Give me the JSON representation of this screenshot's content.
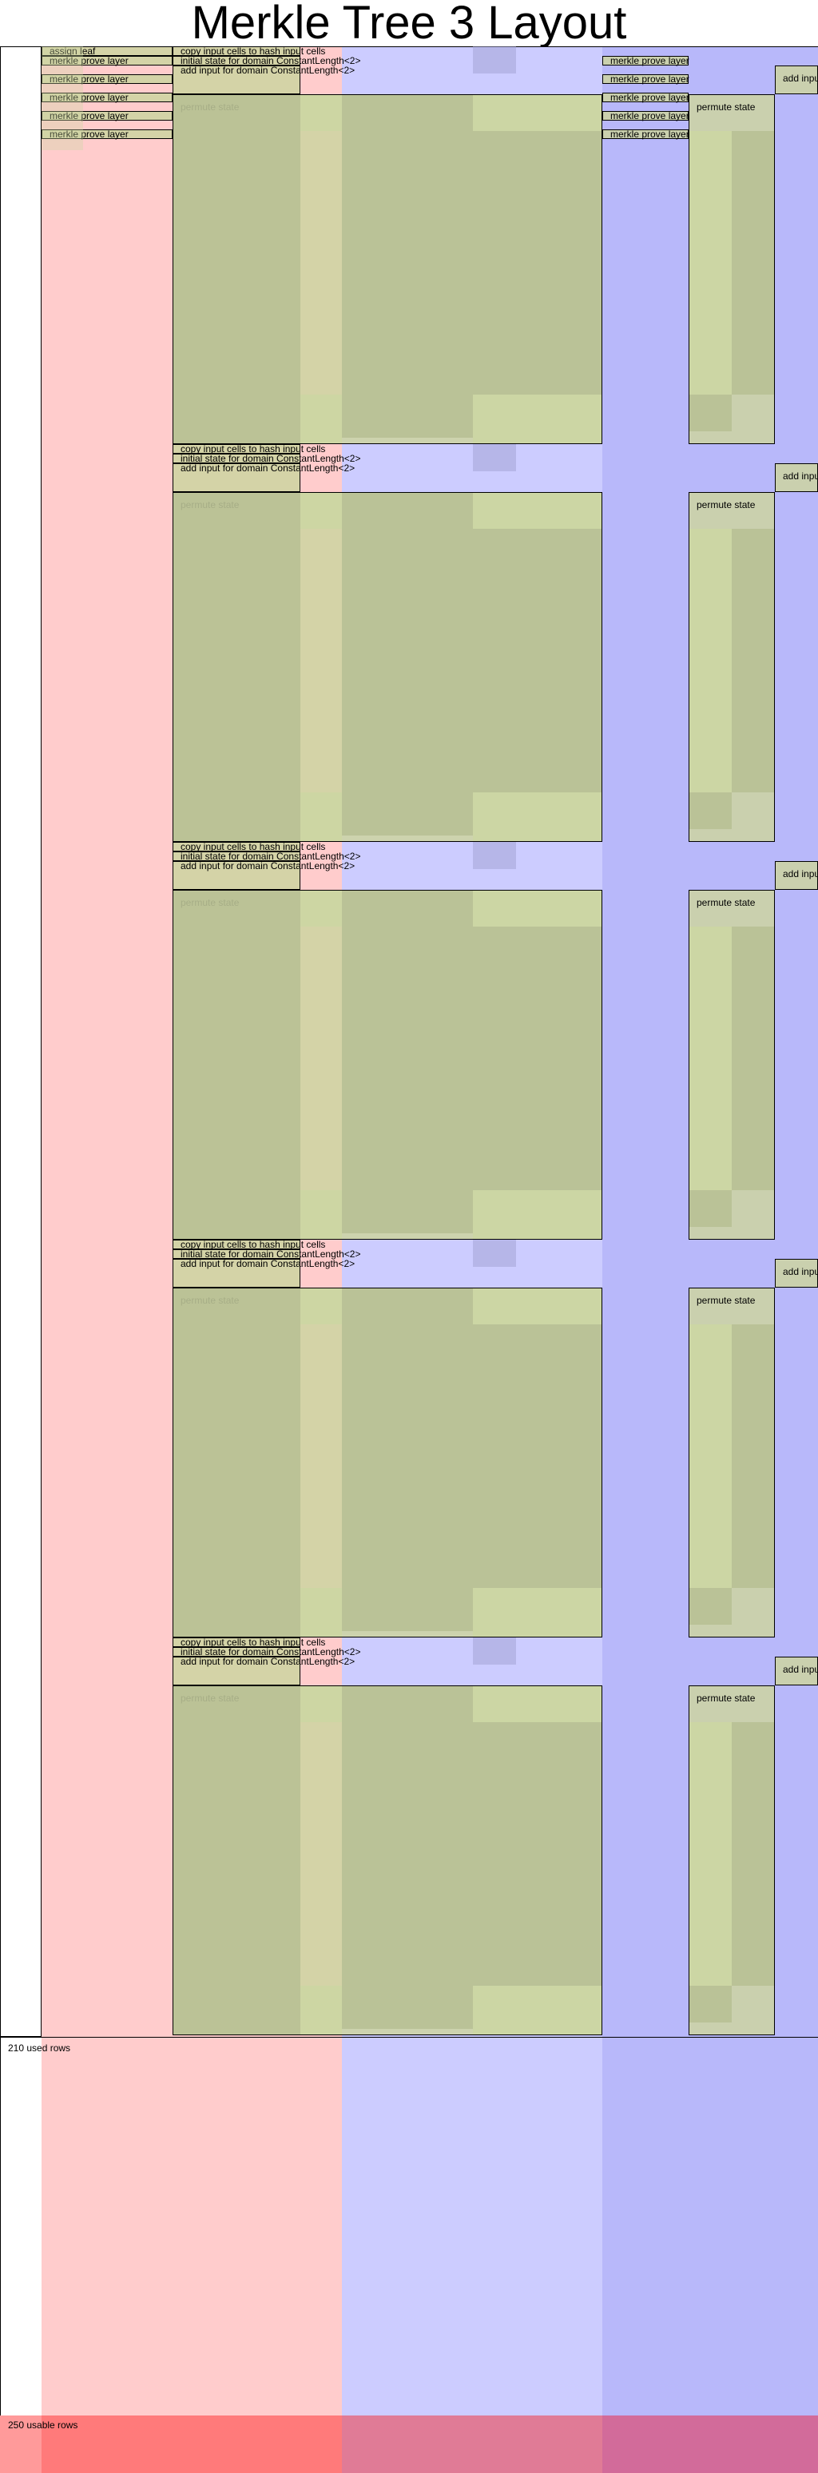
{
  "title": "Merkle Tree 3 Layout",
  "colors": {
    "column_a": "#ffcccc",
    "column_b": "#ccccff",
    "column_c": "#b8b8fa",
    "region_fill": "#ccd6a3",
    "region_dark": "#b8c095",
    "unusable_a": "#ff7a7a",
    "unusable_b": "#e07b96",
    "unusable_c": "#d26b9a"
  },
  "labels": {
    "assign_leaf": "assign leaf",
    "merkle_prove_layer": "merkle prove layer",
    "copy_input": "copy input cells to hash input cells",
    "initial_state": "initial state for domain ConstantLength<2>",
    "add_input": "add input for domain ConstantLength<2>",
    "add_input_short": "add input",
    "permute_state": "permute state",
    "used_rows": "210 used rows",
    "usable_rows": "250 usable rows"
  },
  "hash_blocks": 5
}
